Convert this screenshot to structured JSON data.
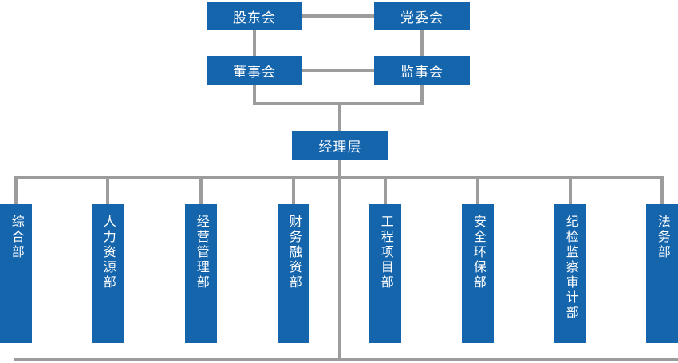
{
  "colors": {
    "node_blue": "#1565AC",
    "line_gray": "#9C9C9C",
    "text_white": "#FFFFFF",
    "background": "#FFFFFF"
  },
  "org_chart": {
    "top_row": [
      {
        "label": "股东会"
      },
      {
        "label": "党委会"
      }
    ],
    "second_row": [
      {
        "label": "董事会"
      },
      {
        "label": "监事会"
      }
    ],
    "management": {
      "label": "经理层"
    },
    "departments": [
      {
        "label": "综合部"
      },
      {
        "label": "人力资源部"
      },
      {
        "label": "经营管理部"
      },
      {
        "label": "财务融资部"
      },
      {
        "label": "工程项目部"
      },
      {
        "label": "安全环保部"
      },
      {
        "label": "纪检监察审计部"
      },
      {
        "label": "法务部"
      }
    ]
  }
}
